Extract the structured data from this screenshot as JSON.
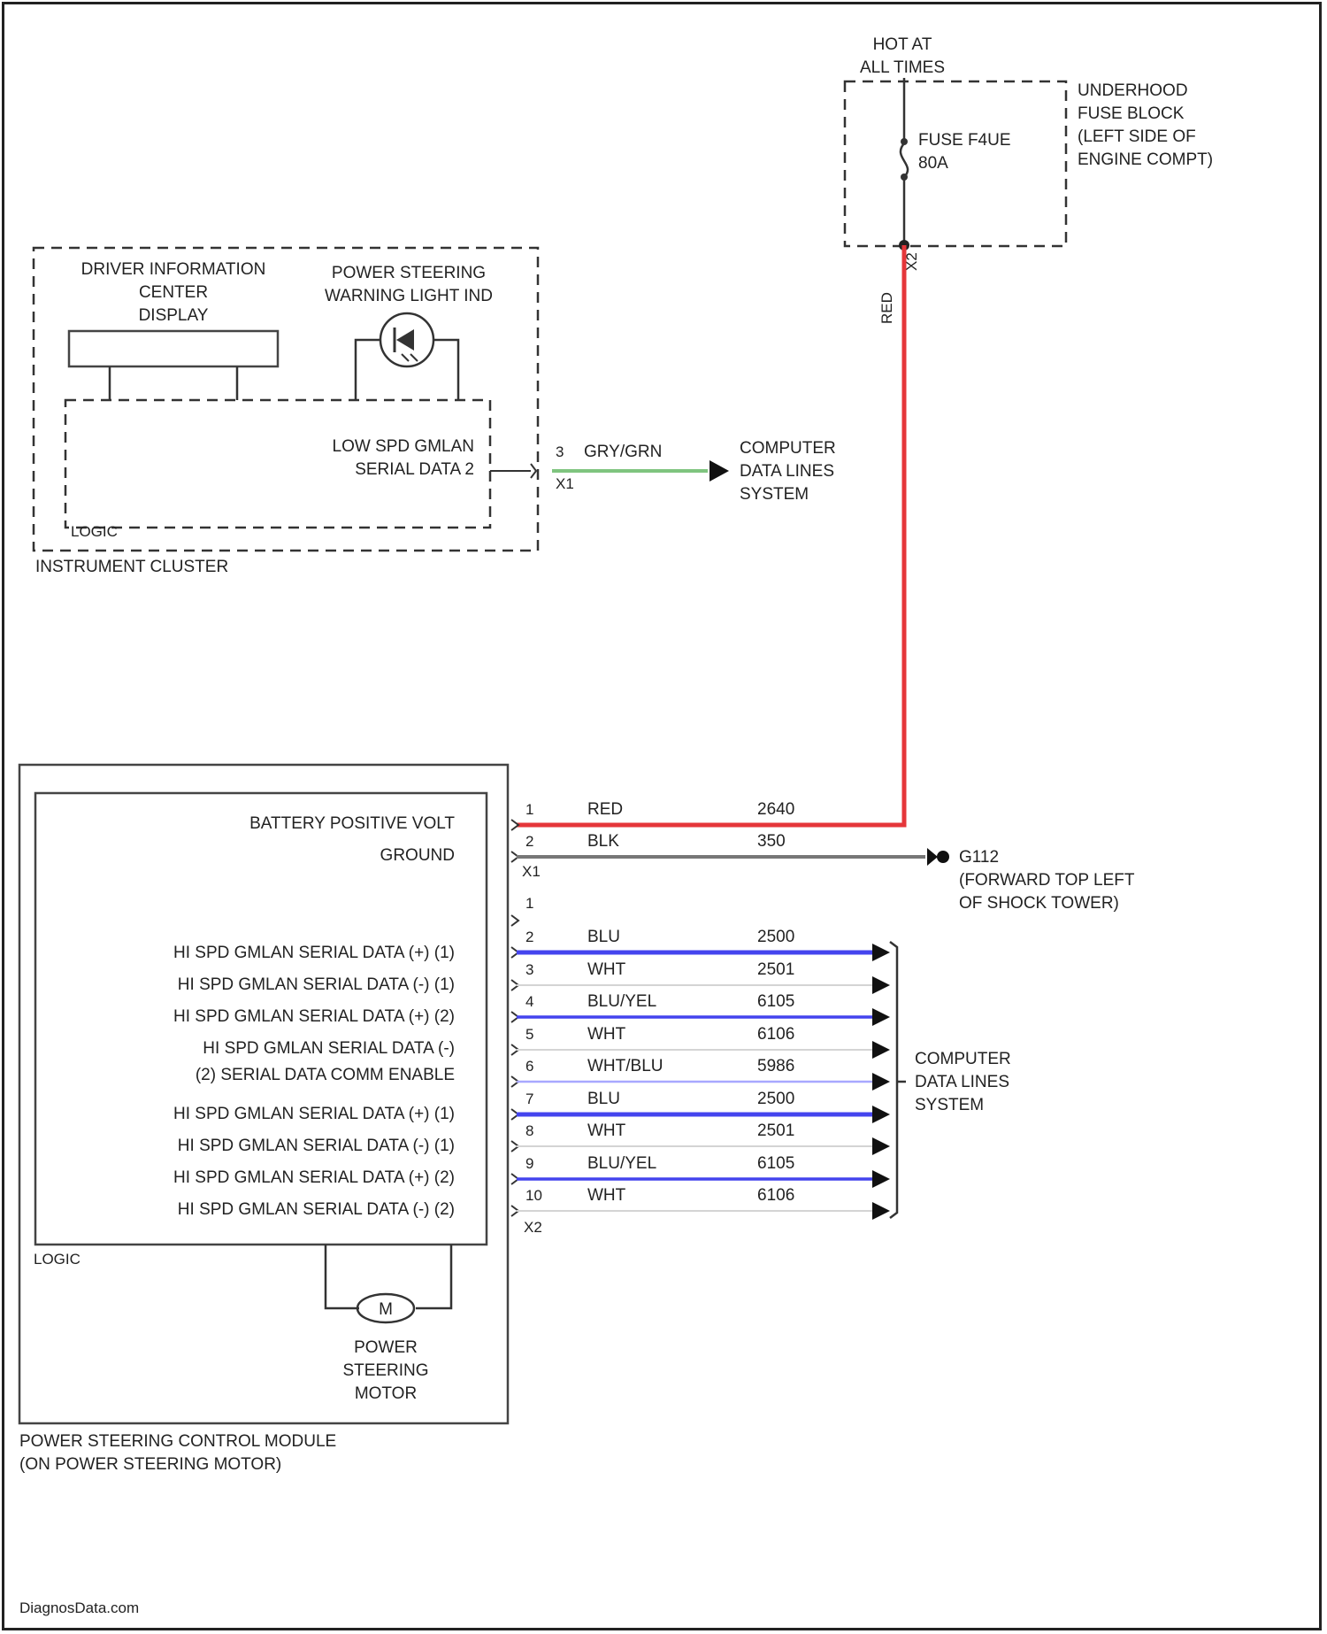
{
  "colors": {
    "red": "#e5363a",
    "green": "#7fc47f",
    "blue": "#4444ee",
    "ground": "#777777",
    "light_blue": "#a8a8ff",
    "white_wire": "#d4d4d4"
  },
  "power": {
    "hot_line1": "HOT AT",
    "hot_line2": "ALL TIMES",
    "fuse_line1": "FUSE F4UE",
    "fuse_line2": "80A",
    "block_line1": "UNDERHOOD",
    "block_line2": "FUSE BLOCK",
    "block_line3": "(LEFT SIDE OF",
    "block_line4": "ENGINE COMPT)",
    "pin": "X2",
    "wire_color": "RED"
  },
  "cluster": {
    "dic_line1": "DRIVER INFORMATION",
    "dic_line2": "CENTER",
    "dic_line3": "DISPLAY",
    "lamp_line1": "POWER STEERING",
    "lamp_line2": "WARNING LIGHT IND",
    "serial_line1": "LOW SPD GMLAN",
    "serial_line2": "SERIAL DATA 2",
    "pin": "3",
    "connector": "X1",
    "wire": "GRY/GRN",
    "logic": "LOGIC",
    "name": "INSTRUMENT CLUSTER"
  },
  "data_lines_1": {
    "line1": "COMPUTER",
    "line2": "DATA LINES",
    "line3": "SYSTEM"
  },
  "module": {
    "battery": "BATTERY POSITIVE VOLT",
    "ground": "GROUND",
    "serial": [
      "HI SPD GMLAN SERIAL DATA (+) (1)",
      "HI SPD GMLAN SERIAL DATA (-) (1)",
      "HI SPD GMLAN SERIAL DATA (+) (2)",
      "HI SPD GMLAN SERIAL DATA (-)",
      "(2) SERIAL DATA COMM ENABLE",
      "HI SPD GMLAN SERIAL DATA (+) (1)",
      "HI SPD GMLAN SERIAL DATA (-) (1)",
      "HI SPD GMLAN SERIAL DATA (+) (2)",
      "HI SPD GMLAN SERIAL DATA (-) (2)"
    ],
    "logic": "LOGIC",
    "motor_symbol": "M",
    "motor_line1": "POWER",
    "motor_line2": "STEERING",
    "motor_line3": "MOTOR",
    "name_line1": "POWER STEERING CONTROL MODULE",
    "name_line2": "(ON POWER STEERING MOTOR)"
  },
  "x1": {
    "connector": "X1",
    "wires": [
      {
        "pin": "1",
        "color": "RED",
        "circuit": "2640"
      },
      {
        "pin": "2",
        "color": "BLK",
        "circuit": "350"
      }
    ]
  },
  "ground": {
    "id": "G112",
    "line1": "(FORWARD TOP LEFT",
    "line2": "OF SHOCK TOWER)"
  },
  "x2": {
    "connector": "X2",
    "first_pin": "1",
    "wires": [
      {
        "pin": "2",
        "color": "BLU",
        "circuit": "2500"
      },
      {
        "pin": "3",
        "color": "WHT",
        "circuit": "2501"
      },
      {
        "pin": "4",
        "color": "BLU/YEL",
        "circuit": "6105"
      },
      {
        "pin": "5",
        "color": "WHT",
        "circuit": "6106"
      },
      {
        "pin": "6",
        "color": "WHT/BLU",
        "circuit": "5986"
      },
      {
        "pin": "7",
        "color": "BLU",
        "circuit": "2500"
      },
      {
        "pin": "8",
        "color": "WHT",
        "circuit": "2501"
      },
      {
        "pin": "9",
        "color": "BLU/YEL",
        "circuit": "6105"
      },
      {
        "pin": "10",
        "color": "WHT",
        "circuit": "6106"
      }
    ]
  },
  "data_lines_2": {
    "line1": "COMPUTER",
    "line2": "DATA LINES",
    "line3": "SYSTEM"
  },
  "footer": {
    "site": "DiagnosData.com"
  }
}
